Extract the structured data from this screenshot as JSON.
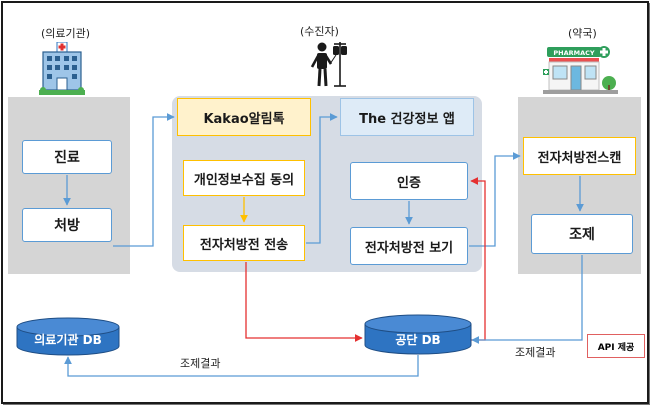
{
  "actors": {
    "hospital": "(의료기관)",
    "patient": "(수진자)",
    "pharmacy": "(약국)",
    "pharmacy_sign": "PHARMACY"
  },
  "hospital": {
    "diagnosis": "진료",
    "prescription": "처방"
  },
  "patient": {
    "kakao": "Kakao알림톡",
    "health_app": "The 건강정보 앱",
    "consent": "개인정보수집 동의",
    "send_rx": "전자처방전 전송",
    "auth": "인증",
    "view_rx": "전자처방전 보기"
  },
  "pharmacy": {
    "scan": "전자처방전스캔",
    "dispense": "조제"
  },
  "databases": {
    "hospital_db": "의료기관 DB",
    "public_db": "공단 DB"
  },
  "flows": {
    "dispense_result_left": "조제결과",
    "dispense_result_right": "조제결과"
  },
  "api_box": "API 제공",
  "colors": {
    "panel_gray": "#d5d5d5",
    "panel_blue": "#d6dce5",
    "db_fill": "#2e74c2",
    "line_blue": "#5b9bd5",
    "line_red": "#e53030",
    "line_orange": "#ffc000",
    "kakao_bg": "#fff2cc",
    "app_bg": "#deebf7"
  },
  "icons": [
    "hospital-icon",
    "patient-iv-icon",
    "pharmacy-icon",
    "database-icon"
  ]
}
